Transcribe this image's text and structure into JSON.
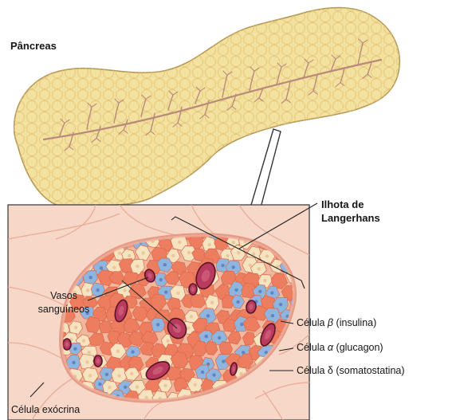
{
  "labels": {
    "pancreas": "Pâncreas",
    "islet_line1": "Ilhota de",
    "islet_line2": "Langerhans",
    "vessels_line1": "Vasos",
    "vessels_line2": "sanguíneos",
    "beta_prefix": "Célula ",
    "beta_greek": "β",
    "beta_suffix": " (insulina)",
    "alpha_prefix": "Célula ",
    "alpha_greek": "α",
    "alpha_suffix": " (glucagon)",
    "delta_prefix": "Célula ",
    "delta_greek": "δ",
    "delta_suffix": " (somatostatina)",
    "exocrine": "Célula exócrina"
  },
  "colors": {
    "pancreas_fill": "#f3e1a0",
    "pancreas_outline": "#b89a58",
    "duct": "#b98a7c",
    "tissue": "#f7d7c8",
    "tissue_line": "#e8ad98",
    "beta_cell": "#ec7d5e",
    "alpha_cell": "#f6e3c0",
    "delta_cell": "#8fb4de",
    "vessel_fill": "#b83a5c",
    "vessel_outline": "#5c1228"
  }
}
